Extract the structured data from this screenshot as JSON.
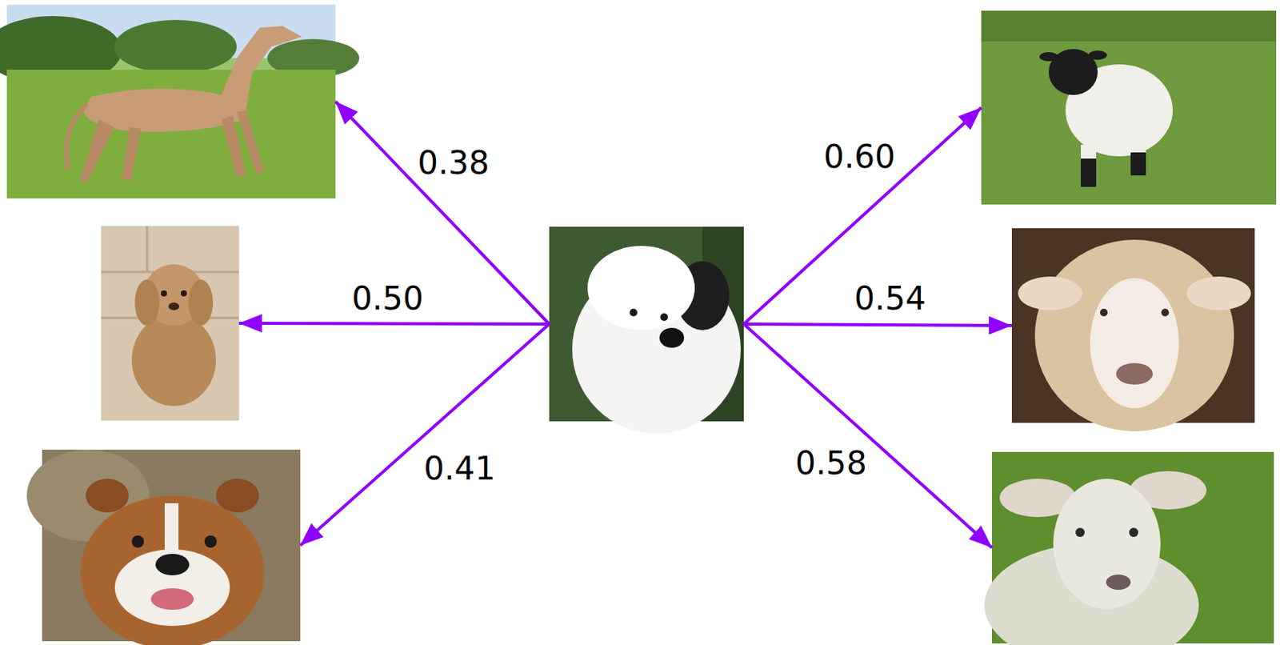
{
  "diagram": {
    "nodes": [
      {
        "text": []
      },
      {
        "text": []
      },
      {
        "text": []
      },
      {
        "text": []
      },
      {
        "text": []
      },
      {
        "text": []
      },
      {
        "text": []
      }
    ],
    "edges": [
      {
        "from": 3,
        "to": 0,
        "arrow": "to",
        "label": "0.38"
      },
      {
        "from": 3,
        "to": 2,
        "arrow": "to",
        "label": "0.50"
      },
      {
        "from": 3,
        "to": 5,
        "arrow": "to",
        "label": "0.41"
      },
      {
        "from": 3,
        "to": 1,
        "arrow": "to",
        "label": "0.60"
      },
      {
        "from": 3,
        "to": 4,
        "arrow": "to",
        "label": "0.54"
      },
      {
        "from": 3,
        "to": 6,
        "arrow": "to",
        "label": "0.58"
      }
    ]
  }
}
